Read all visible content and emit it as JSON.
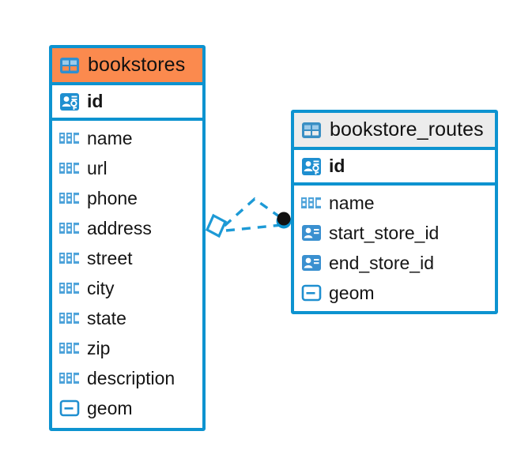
{
  "diagram": {
    "type": "entity-relationship-diagram",
    "background": "#ffffff",
    "accent_blue": "#0d93d0",
    "accent_orange": "#fb8a4e",
    "header_gray": "#ececec",
    "text_color": "#151515"
  },
  "entities": [
    {
      "name": "bookstores",
      "header_style": "accent",
      "header_color": "#fb8a4e",
      "icon": "table-grid-icon",
      "primary_key": {
        "label": "id",
        "icon": "primary-key-icon"
      },
      "fields": [
        {
          "label": "name",
          "icon": "abc-text-icon"
        },
        {
          "label": "url",
          "icon": "abc-text-icon"
        },
        {
          "label": "phone",
          "icon": "abc-text-icon"
        },
        {
          "label": "address",
          "icon": "abc-text-icon"
        },
        {
          "label": "street",
          "icon": "abc-text-icon"
        },
        {
          "label": "city",
          "icon": "abc-text-icon"
        },
        {
          "label": "state",
          "icon": "abc-text-icon"
        },
        {
          "label": "zip",
          "icon": "abc-text-icon"
        },
        {
          "label": "description",
          "icon": "abc-text-icon"
        },
        {
          "label": "geom",
          "icon": "geometry-icon"
        }
      ]
    },
    {
      "name": "bookstore_routes",
      "header_style": "plain",
      "header_color": "#ececec",
      "icon": "table-grid-icon",
      "primary_key": {
        "label": "id",
        "icon": "primary-key-icon"
      },
      "fields": [
        {
          "label": "name",
          "icon": "abc-text-icon"
        },
        {
          "label": "start_store_id",
          "icon": "foreign-key-icon"
        },
        {
          "label": "end_store_id",
          "icon": "foreign-key-icon"
        },
        {
          "label": "geom",
          "icon": "geometry-icon"
        }
      ]
    }
  ],
  "relationships": [
    {
      "from_entity": "bookstores",
      "to_entity": "bookstore_routes",
      "from_marker": "diamond-outline",
      "to_marker": "filled-circle",
      "line_style": "dashed",
      "line_color": "#1d9ad6",
      "branches": 2
    }
  ]
}
